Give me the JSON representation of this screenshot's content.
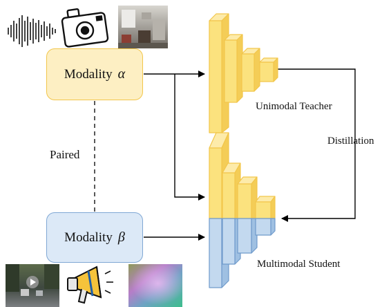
{
  "modality_alpha": {
    "label": "Modality",
    "symbol": "α"
  },
  "modality_beta": {
    "label": "Modality",
    "symbol": "β"
  },
  "paired_label": "Paired",
  "teacher_label": "Unimodal Teacher",
  "student_label": "Multimodal Student",
  "distillation_label": "Distillation",
  "colors": {
    "teacher_fill": "#fbe27e",
    "teacher_edge": "#f2c64b",
    "alpha_box_fill": "#fdefc3",
    "beta_box_fill": "#dce9f7",
    "student_lower_fill": "#c3d9ef",
    "student_lower_edge": "#6f9acb"
  },
  "icons": [
    "audio-waveform-icon",
    "camera-icon",
    "room-photo-icon",
    "street-video-icon",
    "megaphone-icon",
    "depth-map-icon"
  ]
}
